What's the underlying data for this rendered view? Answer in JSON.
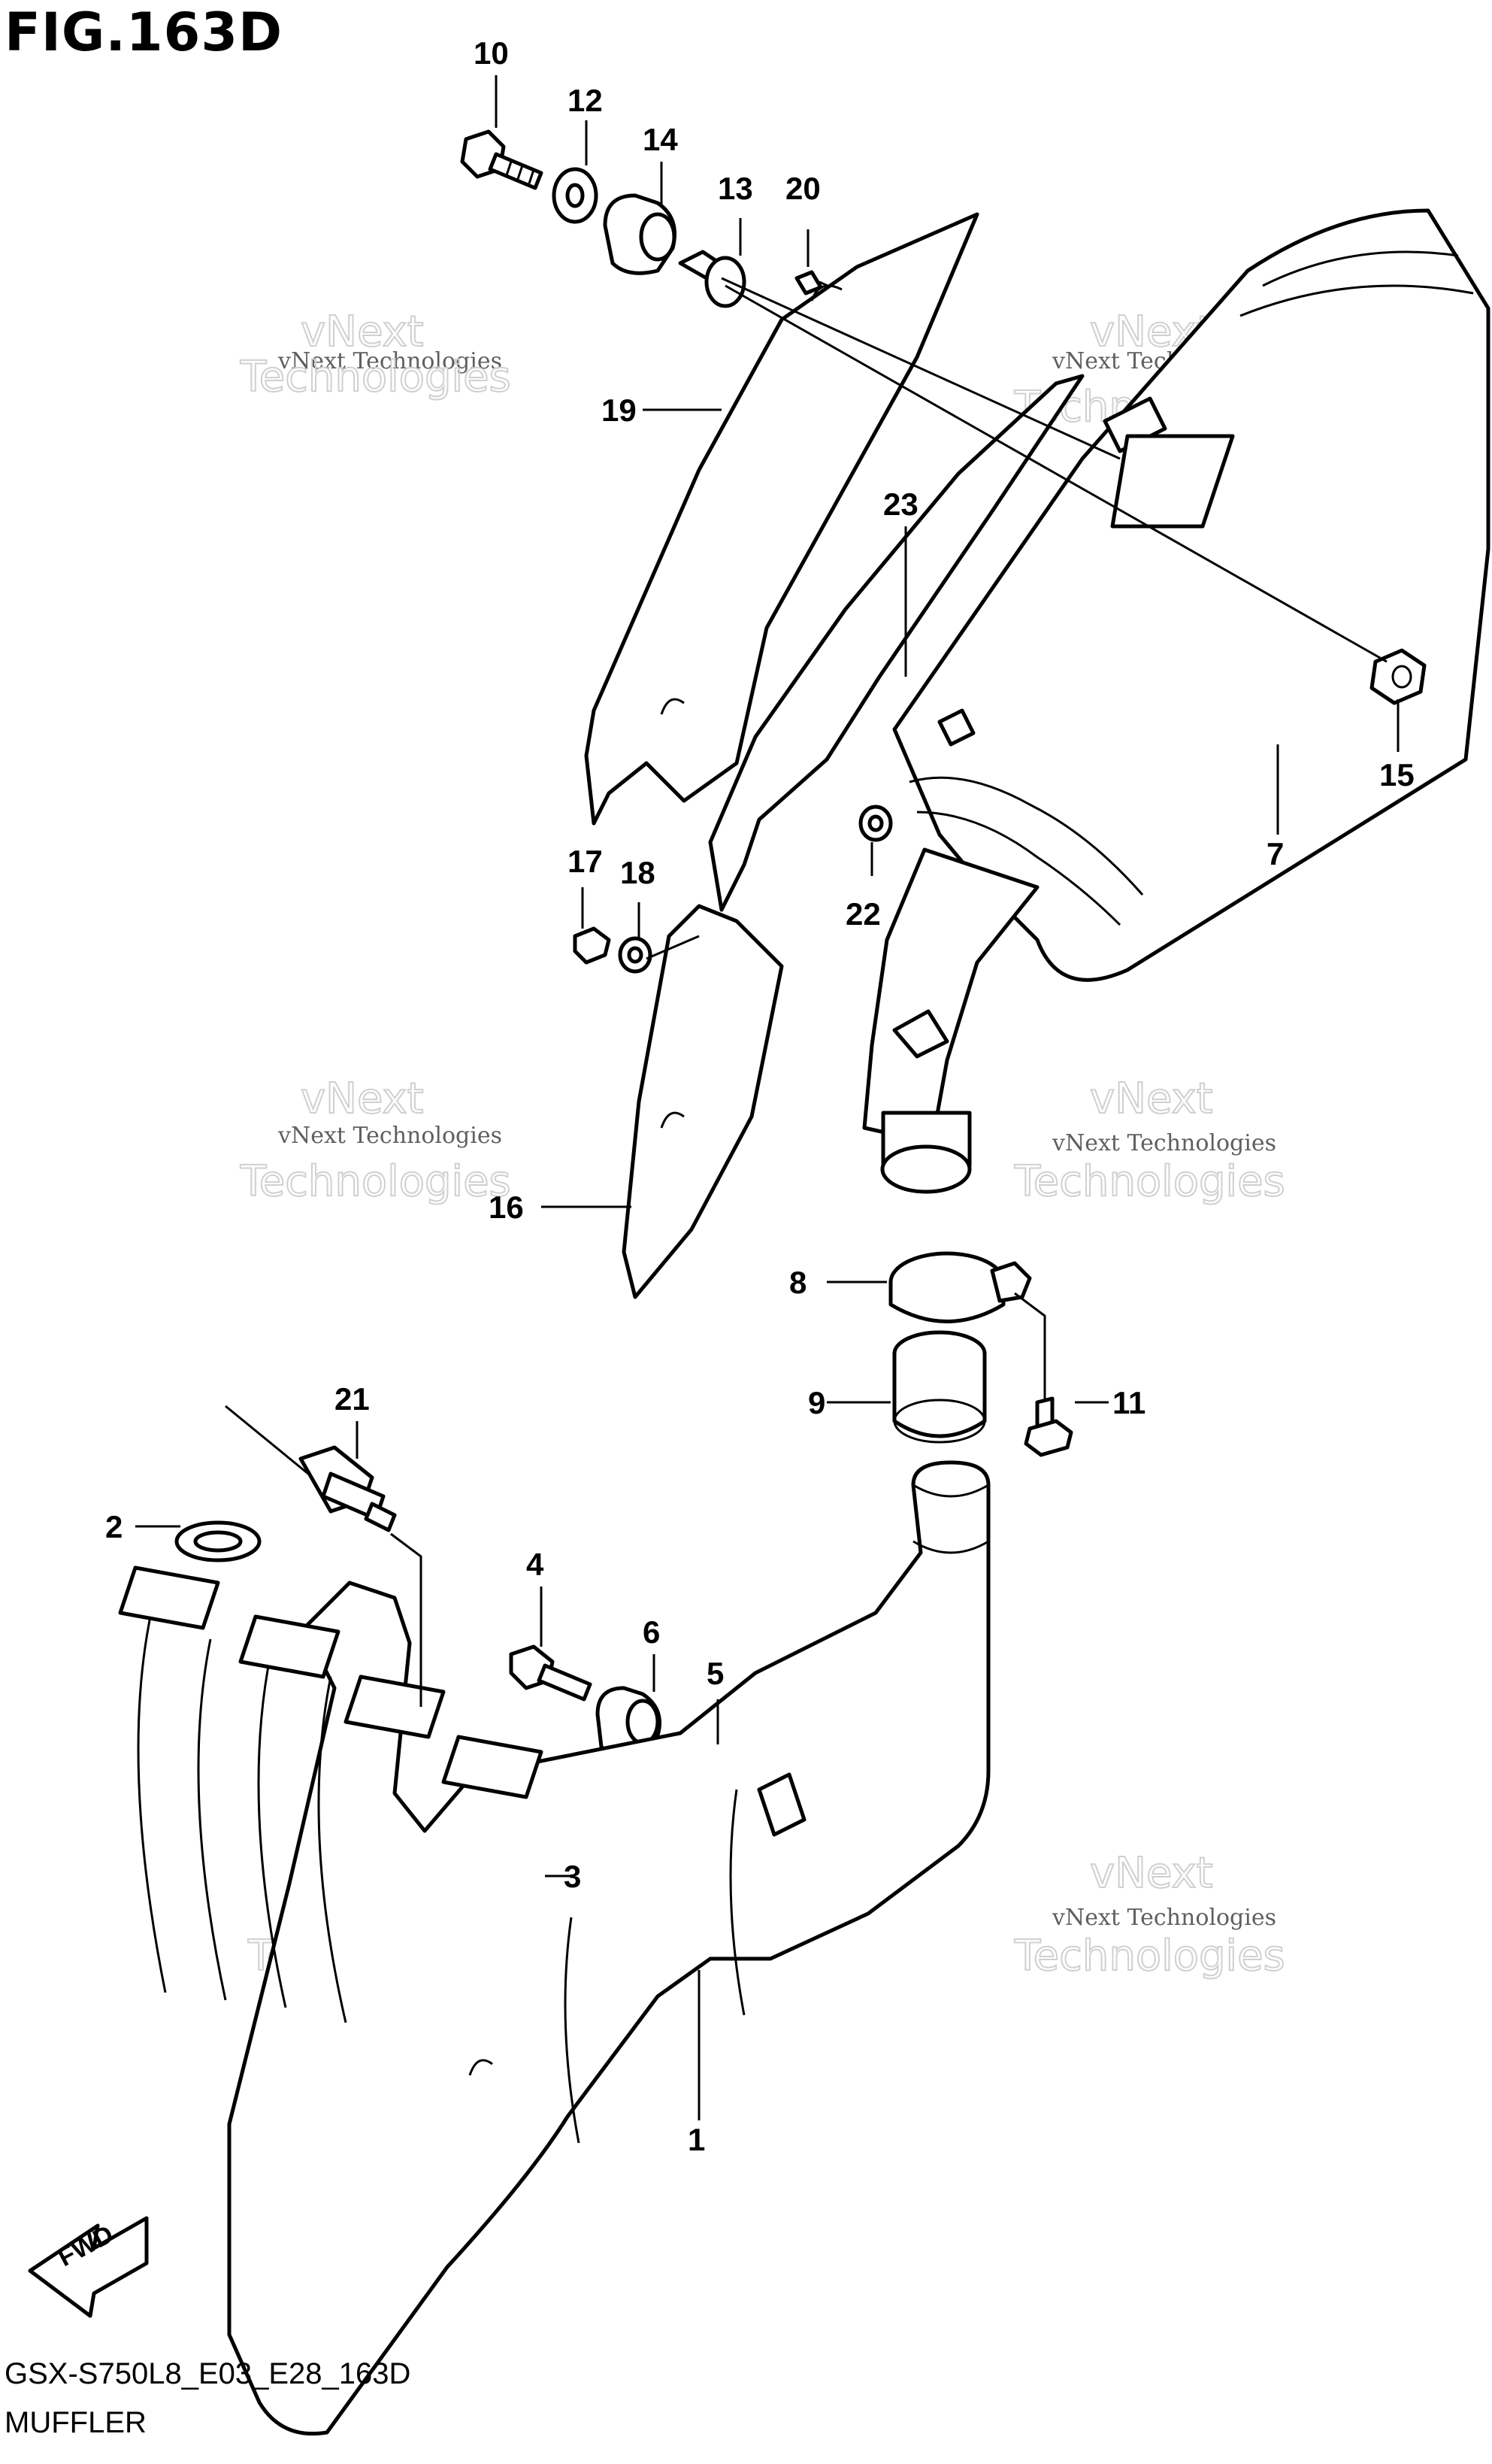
{
  "figure": {
    "title": "FIG.163D",
    "code": "GSX-S750L8_E03_E28_163D",
    "name": "MUFFLER"
  },
  "direction_marker": {
    "label": "FWD",
    "icon": "fwd-arrow-icon"
  },
  "watermark": {
    "line1": "vNext Technologies",
    "line2": "vNext",
    "line3": "Technologies"
  },
  "callouts": [
    {
      "id": "10",
      "label": "10"
    },
    {
      "id": "12",
      "label": "12"
    },
    {
      "id": "14",
      "label": "14"
    },
    {
      "id": "13",
      "label": "13"
    },
    {
      "id": "20",
      "label": "20"
    },
    {
      "id": "19",
      "label": "19"
    },
    {
      "id": "23",
      "label": "23"
    },
    {
      "id": "15",
      "label": "15"
    },
    {
      "id": "7",
      "label": "7"
    },
    {
      "id": "17",
      "label": "17"
    },
    {
      "id": "18",
      "label": "18"
    },
    {
      "id": "22",
      "label": "22"
    },
    {
      "id": "16",
      "label": "16"
    },
    {
      "id": "8",
      "label": "8"
    },
    {
      "id": "9",
      "label": "9"
    },
    {
      "id": "11",
      "label": "11"
    },
    {
      "id": "21",
      "label": "21"
    },
    {
      "id": "2",
      "label": "2"
    },
    {
      "id": "4",
      "label": "4"
    },
    {
      "id": "6",
      "label": "6"
    },
    {
      "id": "5",
      "label": "5"
    },
    {
      "id": "3",
      "label": "3"
    },
    {
      "id": "1",
      "label": "1"
    }
  ]
}
